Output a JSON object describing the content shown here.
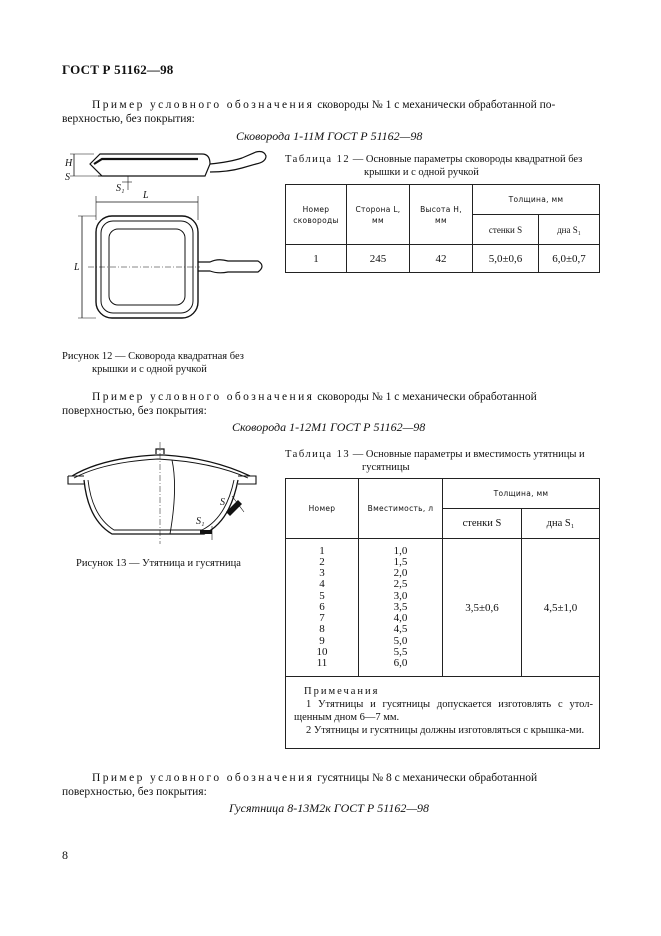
{
  "header": "ГОСТ Р 51162—98",
  "example1": {
    "lead": "Пример условного обозначения",
    "rest": " сковороды № 1 с механически обработанной по-",
    "line2": "верхностью, без покрытия:",
    "designation": "Сковорода 1-11М ГОСТ Р 51162—98"
  },
  "table12": {
    "caption_lead": "Таблица 12",
    "caption_rest": " — Основные параметры сковороды квадратной без",
    "caption_line2": "крышки и с одной ручкой",
    "col_number_l1": "Номер",
    "col_number_l2": "сковороды",
    "col_side_l1": "Сторона L,",
    "col_side_l2": "мм",
    "col_height_l1": "Высота H,",
    "col_height_l2": "мм",
    "col_thickness": "Толщина, мм",
    "col_wall": "стенки S",
    "col_bottom": "дна S₁",
    "row": [
      "1",
      "245",
      "42",
      "5,0±0,6",
      "6,0±0,7"
    ]
  },
  "figure12": {
    "caption_l1": "Рисунок 12 — Сковорода квадратная  без",
    "caption_l2": "крышки и с одной ручкой",
    "dim_L": "L",
    "dim_H": "H",
    "dim_S": "S",
    "dim_S1": "S₁"
  },
  "example2": {
    "lead": "Пример условного обозначения",
    "rest": "  сковороды  № 1 с механически обработанной",
    "line2": "поверхностью, без покрытия:",
    "designation": "Сковорода 1-12М1 ГОСТ Р 51162—98"
  },
  "table13": {
    "caption_lead": "Таблица 13",
    "caption_rest": " — Основные параметры и вместимость утятницы и",
    "caption_line2": "гусятницы",
    "col_number": "Номер",
    "col_capacity": "Вместимость, л",
    "col_thickness": "Толщина, мм",
    "col_wall": "стенки S",
    "col_bottom": "дна S₁",
    "numbers": "1\n2\n3\n4\n5\n6\n7\n8\n9\n10\n11",
    "capacities": "1,0\n1,5\n2,0\n2,5\n3,0\n3,5\n4,0\n4,5\n5,0\n5,5\n6,0",
    "wall_value": "3,5±0,6",
    "bottom_value": "4,5±1,0",
    "notes_title": "Примечания",
    "note1": "1 Утятницы и гусятницы допускается изготовлять с утол-щенным дном 6—7 мм.",
    "note2": "2 Утятницы и гусятницы должны изготовляться с крышка-ми."
  },
  "figure13": {
    "caption": "Рисунок 13 — Утятница и гусятница",
    "dim_S": "S",
    "dim_S1": "S₁"
  },
  "example3": {
    "lead": "Пример условного обозначения",
    "rest": " гусятницы № 8 с механически обработанной",
    "line2": "поверхностью, без покрытия:",
    "designation": "Гусятница 8-13М2к ГОСТ Р 51162—98"
  },
  "page_number": "8"
}
